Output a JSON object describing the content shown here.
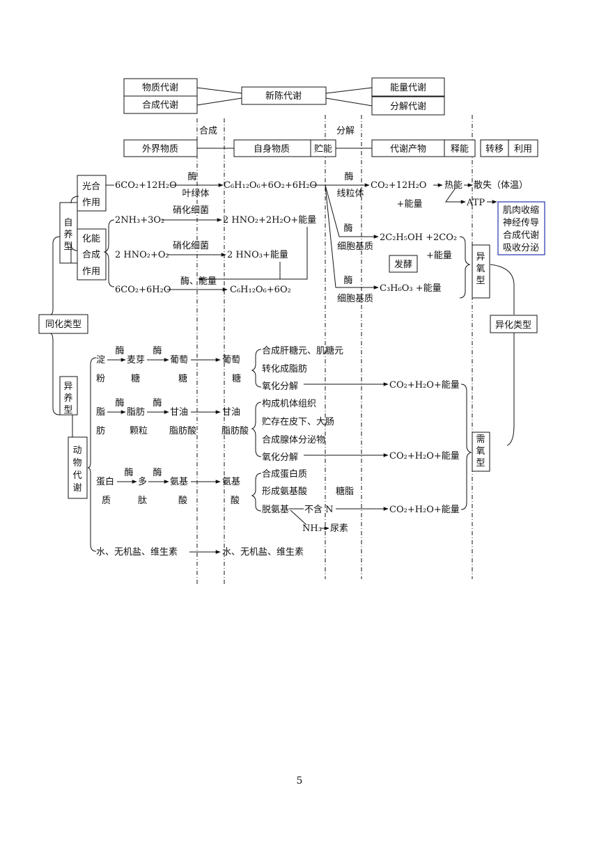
{
  "top": {
    "material_metabolism": "物质代谢",
    "anabolism": "合成代谢",
    "metabolism": "新陈代谢",
    "energy_metabolism": "能量代谢",
    "catabolism": "分解代谢"
  },
  "flow": {
    "synthesis": "合成",
    "decomposition": "分解",
    "external_substance": "外界物质",
    "own_substance": "自身物质",
    "energy_storage": "贮能",
    "metabolic_product": "代谢产物",
    "energy_release": "释能",
    "transfer": "转移",
    "utilization": "利用"
  },
  "autotroph": {
    "label": "自养型",
    "photosynthesis": "光合作用",
    "chemosynthesis": "化能合成作用",
    "photo_reactants": "6CO₂+12H₂O",
    "enzyme": "酶",
    "chlorophyll": "叶绿体",
    "photo_products": "C₆H₁₂O₆+6O₂+6H₂O",
    "chem1_reactants": "2NH₃+3O₂",
    "nitrifying_bacteria": "硝化细菌",
    "chem1_products": "2 HNO₂+2H₂O+能量",
    "chem2_reactants": "2 HNO₂+O₂",
    "chem2_products": "2 HNO₃+能量",
    "chem3_reactants": "6CO₂+6H₂O",
    "enzyme_energy": "酶、能量",
    "chem3_products": "C₆H₁₂O₆+6O₂"
  },
  "respiration": {
    "mitochondria": "线粒体",
    "aerobic_products": "CO₂+12H₂O",
    "plus_energy": "+能量",
    "heat_energy": "热能",
    "dissipate": "散失（体温）",
    "atp": "ATP",
    "uses": [
      "肌肉收缩",
      "神经传导",
      "合成代谢",
      "吸收分泌"
    ],
    "cytoplasm": "细胞基质",
    "alcohol_products": "2C₂H₅OH +2CO₂",
    "fermentation": "发酵",
    "lactic_products": "C₃H₆O₃ +能量",
    "anaerobic": "异氧型",
    "aerobic": "需氧型",
    "dissimilation_type": "异化类型"
  },
  "assimilation_type": "同化类型",
  "heterotroph": {
    "label": "异养型",
    "animal_metabolism": "动物代谢",
    "starch": [
      "淀",
      "粉"
    ],
    "maltose": [
      "麦芽",
      "糖"
    ],
    "glucose": [
      "葡萄",
      "糖"
    ],
    "fat": [
      "脂",
      "肪"
    ],
    "fat_droplets": [
      "脂肪",
      "颗粒"
    ],
    "glycerol_fatty_acid": [
      "甘油",
      "脂肪酸"
    ],
    "protein": [
      "蛋白",
      "质"
    ],
    "polypeptide": [
      "多",
      "肽"
    ],
    "amino_acid": [
      "氨基",
      "酸"
    ],
    "glucose_fates": [
      "合成肝糖元、肌糖元",
      "转化成脂肪",
      "氧化分解"
    ],
    "fat_fates": [
      "构成机体组织",
      "贮存在皮下、大肠",
      "合成腺体分泌物",
      "氧化分解"
    ],
    "amino_fates": [
      "合成蛋白质",
      "形成氨基酸",
      "脱氨基"
    ],
    "sugar_fat": "糖脂",
    "no_nitrogen": "不含 N",
    "nh3": "NH₃",
    "urea": "尿素",
    "oxidation_products": "CO₂+H₂O+能量",
    "water_etc": "水、无机盐、维生素"
  },
  "page_number": "5"
}
